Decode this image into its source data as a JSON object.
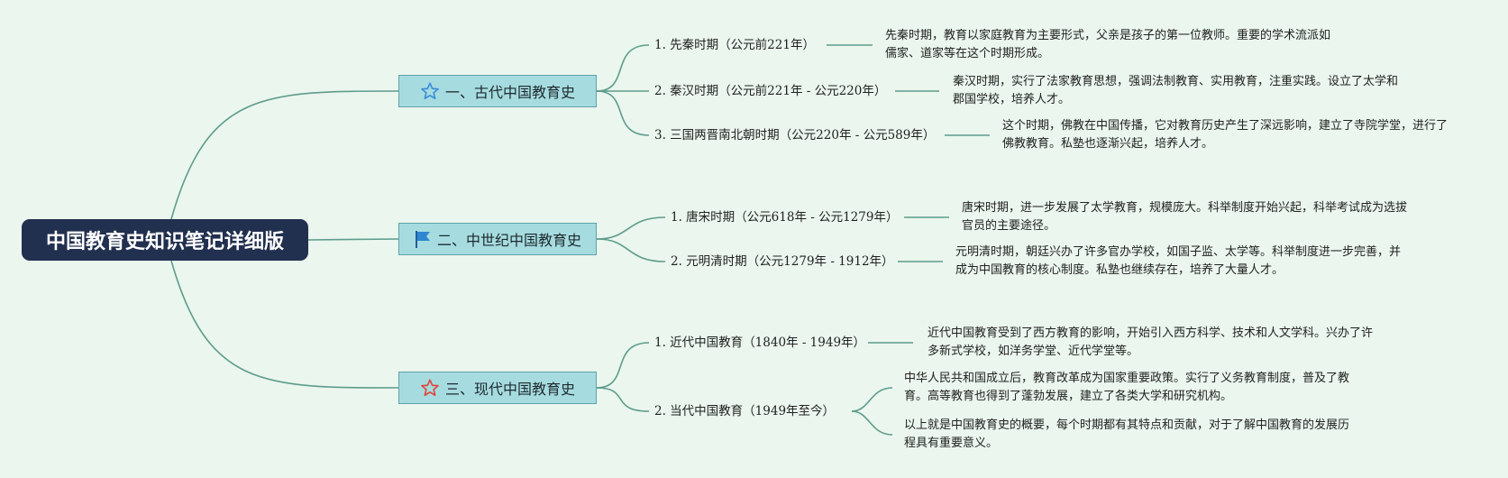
{
  "root": {
    "title": "中国教育史知识笔记详细版"
  },
  "sections": [
    {
      "title": "一、古代中国教育史",
      "icon": "star-outline-icon",
      "icon_color": "#3b8fd6",
      "periods": [
        {
          "label": "1. 先秦时期（公元前221年）",
          "details": [
            "先秦时期，教育以家庭教育为主要形式，父亲是孩子的第一位教师。重要的学术流派如儒家、道家等在这个时期形成。"
          ]
        },
        {
          "label": "2. 秦汉时期（公元前221年 - 公元220年）",
          "details": [
            "秦汉时期，实行了法家教育思想，强调法制教育、实用教育，注重实践。设立了太学和郡国学校，培养人才。"
          ]
        },
        {
          "label": "3. 三国两晋南北朝时期（公元220年 - 公元589年）",
          "details": [
            "这个时期，佛教在中国传播，它对教育历史产生了深远影响，建立了寺院学堂，进行了佛教教育。私塾也逐渐兴起，培养人才。"
          ]
        }
      ]
    },
    {
      "title": "二、中世纪中国教育史",
      "icon": "flag-icon",
      "icon_color": "#2f86d1",
      "periods": [
        {
          "label": "1. 唐宋时期（公元618年 - 公元1279年）",
          "details": [
            "唐宋时期，进一步发展了太学教育，规模庞大。科举制度开始兴起，科举考试成为选拔官员的主要途径。"
          ]
        },
        {
          "label": "2. 元明清时期（公元1279年 - 1912年）",
          "details": [
            "元明清时期，朝廷兴办了许多官办学校，如国子监、太学等。科举制度进一步完善，并成为中国教育的核心制度。私塾也继续存在，培养了大量人才。"
          ]
        }
      ]
    },
    {
      "title": "三、现代中国教育史",
      "icon": "star-outline-icon",
      "icon_color": "#e0463c",
      "periods": [
        {
          "label": "1. 近代中国教育（1840年 - 1949年）",
          "details": [
            "近代中国教育受到了西方教育的影响，开始引入西方科学、技术和人文学科。兴办了许多新式学校，如洋务学堂、近代学堂等。"
          ]
        },
        {
          "label": "2. 当代中国教育（1949年至今）",
          "details": [
            "中华人民共和国成立后，教育改革成为国家重要政策。实行了义务教育制度，普及了教育。高等教育也得到了蓬勃发展，建立了各类大学和研究机构。",
            "以上就是中国教育史的概要，每个时期都有其特点和贡献，对于了解中国教育的发展历程具有重要意义。"
          ]
        }
      ]
    }
  ]
}
